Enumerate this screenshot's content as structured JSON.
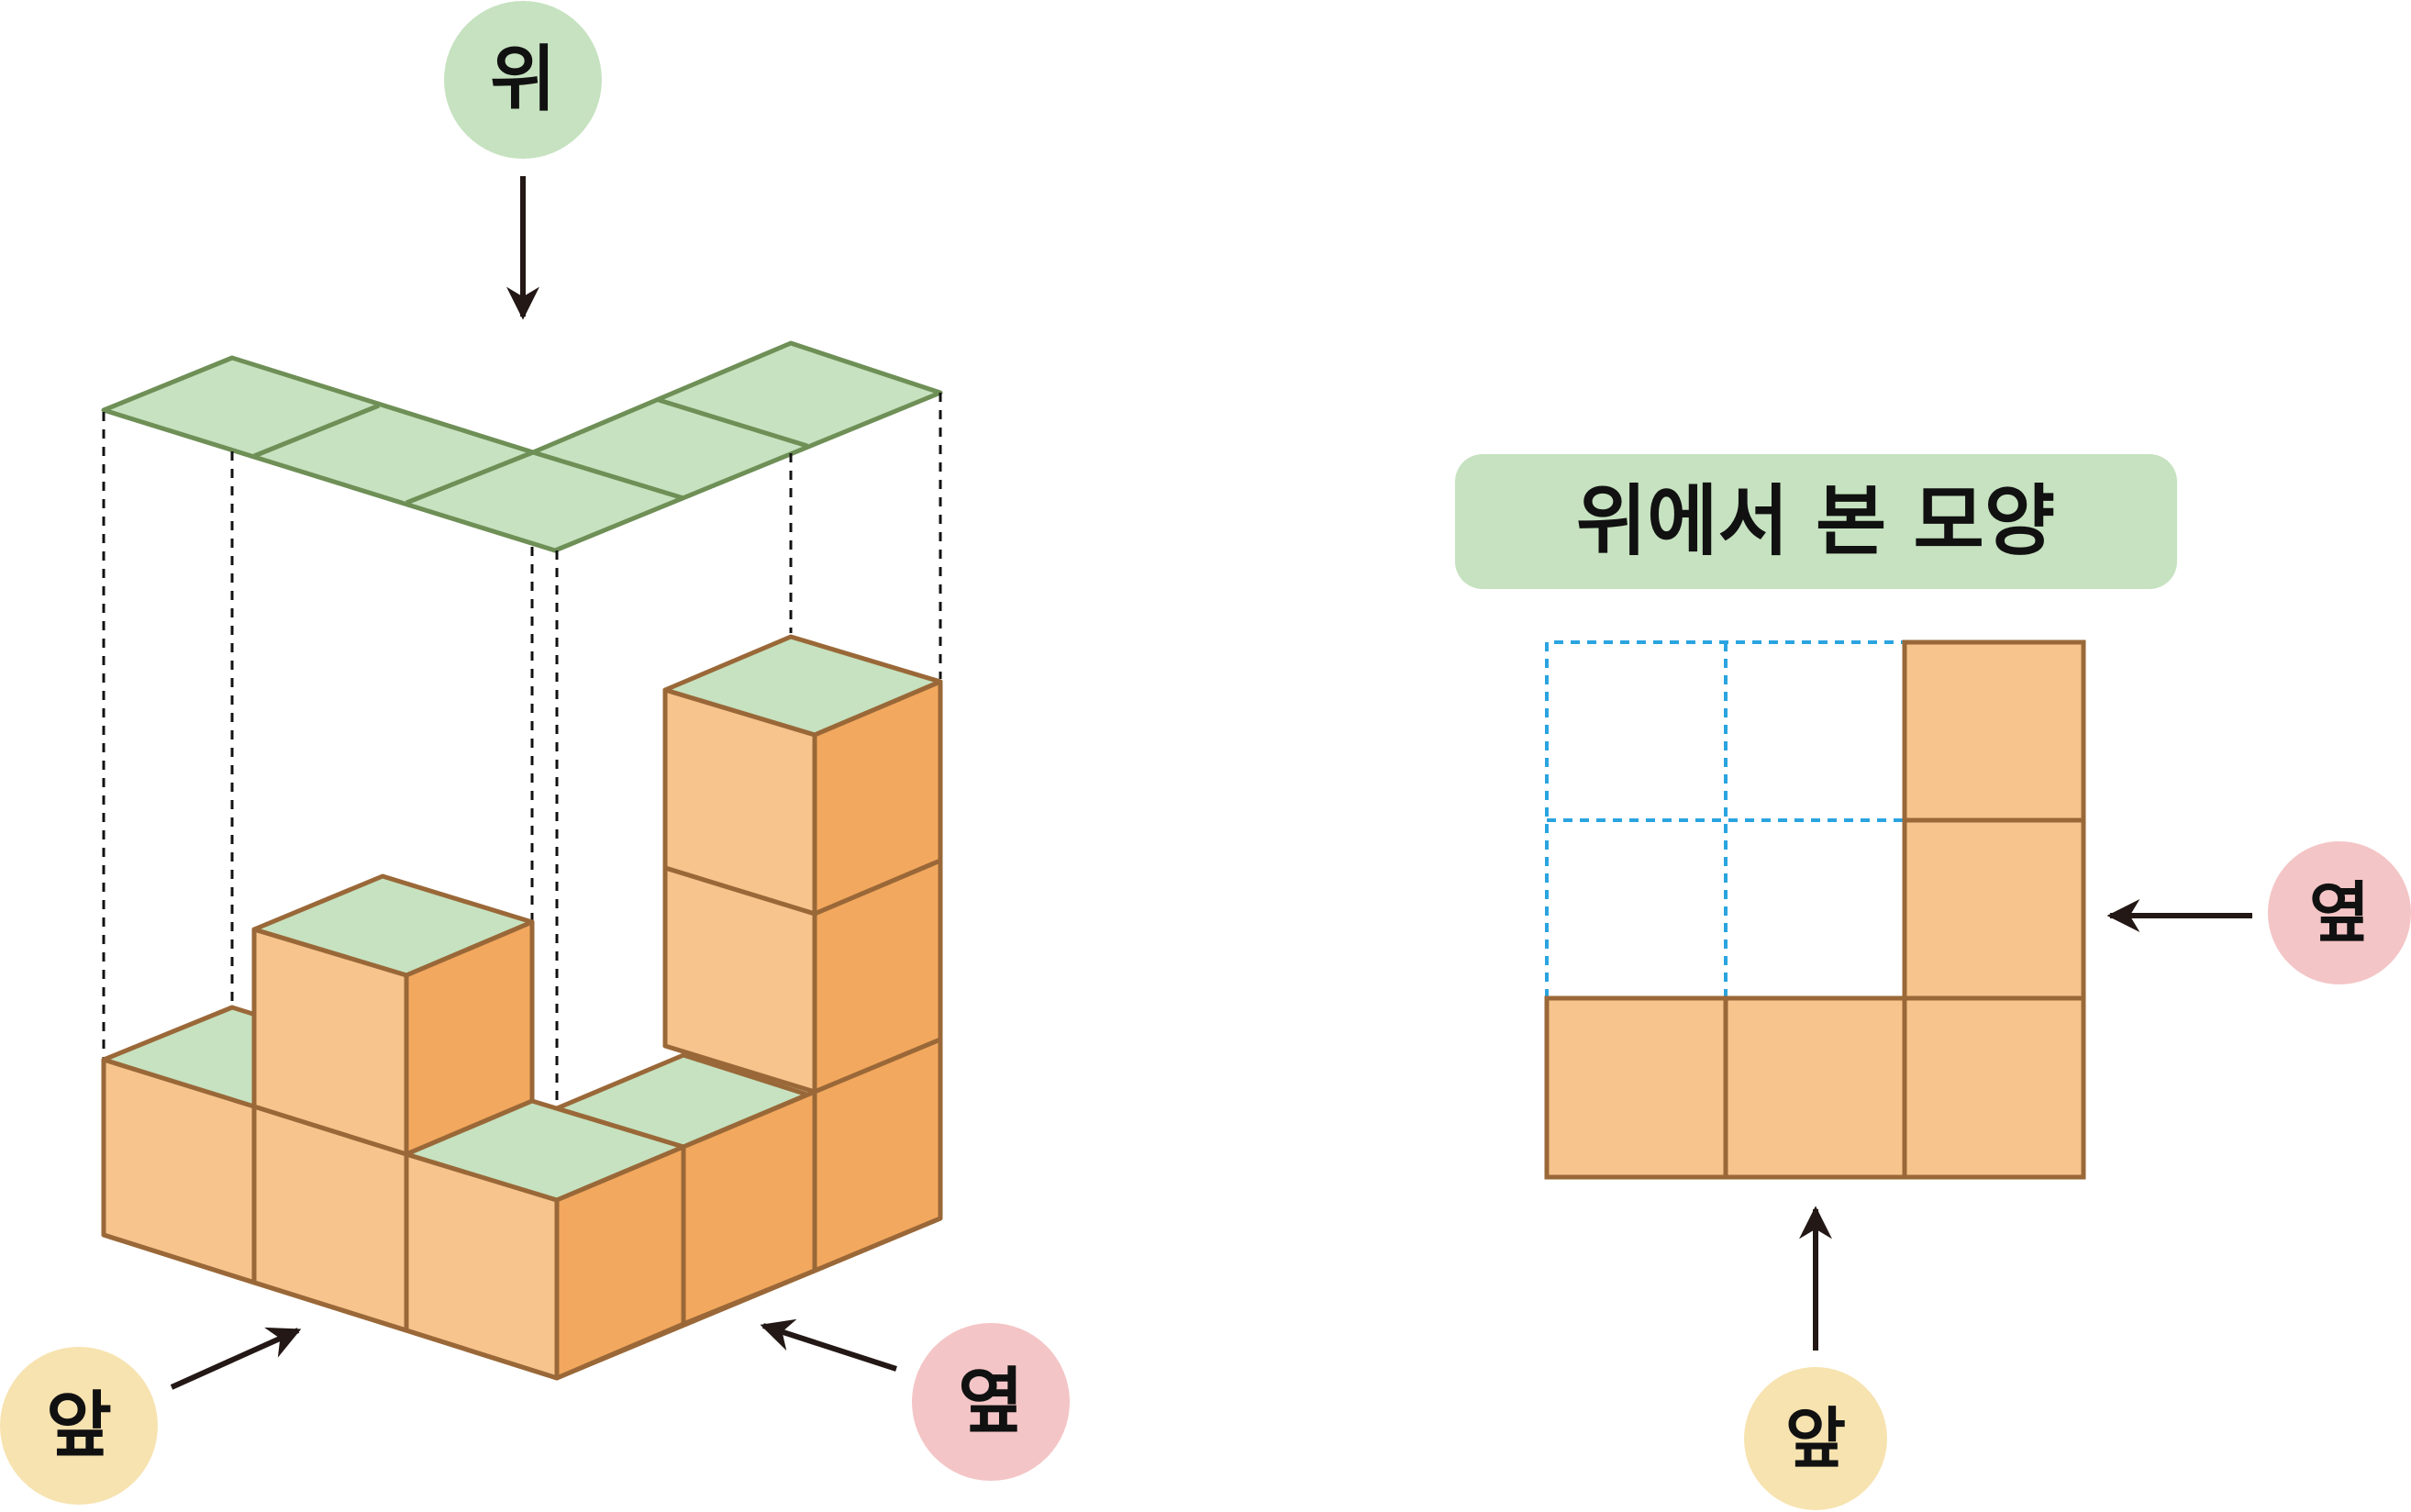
{
  "labels": {
    "top": "위",
    "front": "앞",
    "side": "옆"
  },
  "right_panel": {
    "title": "위에서 본 모양",
    "front": "앞",
    "side": "옆"
  },
  "colors": {
    "top_face": "#c6e2c0",
    "top_edge": "#6e8f56",
    "cube_front": "#f6c48c",
    "cube_side": "#f2a85e",
    "cube_edge": "#9a6838",
    "badge_top": "#c6e2c0",
    "badge_front": "#f7e3b0",
    "badge_side": "#f4c5c6",
    "dashed_grid": "#2aa4e0",
    "arrow": "#231815"
  }
}
